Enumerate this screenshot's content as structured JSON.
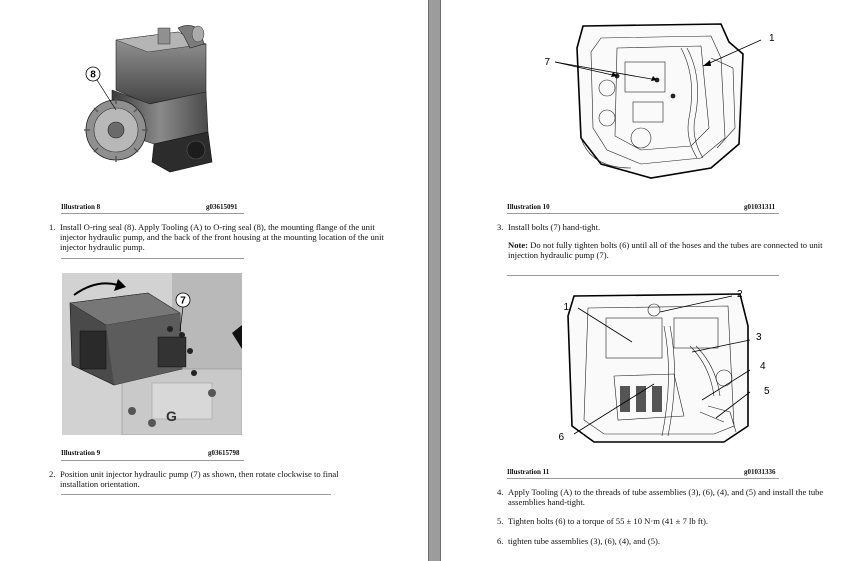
{
  "left_page": {
    "fig8": {
      "caption": "Illustration 8",
      "id": "g03615091",
      "callout": "8"
    },
    "step1": {
      "num": "1.",
      "text": "Install O-ring seal (8). Apply Tooling (A) to O-ring seal (8), the mounting flange of the unit injector hydraulic pump, and the back of the front housing at the mounting location of the unit injector hydraulic pump."
    },
    "fig9": {
      "caption": "Illustration 9",
      "id": "g03615798",
      "callout": "7"
    },
    "step2": {
      "num": "2.",
      "text": "Position unit injector hydraulic pump (7) as shown, then rotate clockwise to final installation orientation."
    }
  },
  "right_page": {
    "fig10": {
      "caption": "Illustration 10",
      "id": "g01031311",
      "callouts": [
        "7",
        "1"
      ]
    },
    "step3": {
      "num": "3.",
      "text": "Install bolts (7) hand-tight."
    },
    "note": {
      "label": "Note:",
      "text": " Do not fully tighten bolts (6) until all of the hoses and the tubes are connected to unit injection hydraulic pump (7)."
    },
    "fig11": {
      "caption": "Illustration 11",
      "id": "g01031336",
      "callouts": [
        "1",
        "2",
        "3",
        "4",
        "5",
        "6"
      ]
    },
    "step4": {
      "num": "4.",
      "text": "Apply Tooling (A) to the threads of tube assemblies (3), (6), (4), and (5) and install the tube assemblies hand-tight."
    },
    "step5": {
      "num": "5.",
      "text": "Tighten bolts (6) to a torque of 55 ± 10 N·m (41 ± 7 lb ft)."
    },
    "step6": {
      "num": "6.",
      "text": "tighten tube assemblies (3), (6), (4), and (5)."
    }
  }
}
